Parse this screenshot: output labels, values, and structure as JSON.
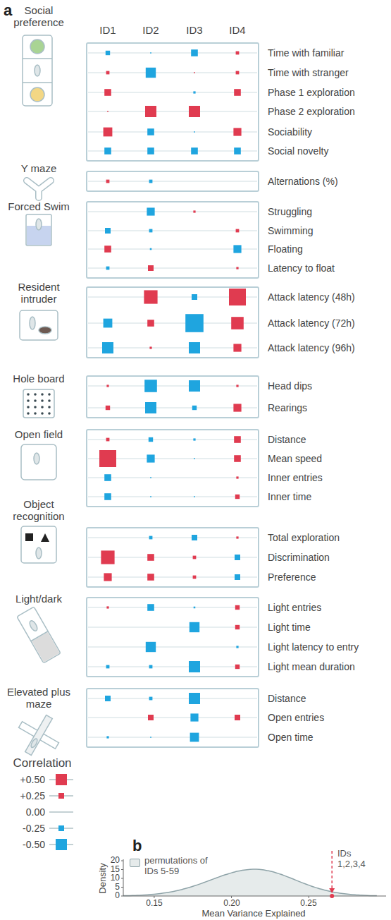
{
  "diagram": {
    "nodes": [
      {
        "text": [
          "Social preference",
          "Time with familiar",
          "Time with stranger",
          "Phase 1 exploration",
          "Phase 2 exploration",
          "Sociability",
          "Social novelty"
        ]
      },
      {
        "text": [
          "Y maze",
          "Alternations (%)"
        ]
      },
      {
        "text": [
          "Forced Swim",
          "Struggling",
          "Swimming",
          "Floating",
          "Latency to float"
        ]
      },
      {
        "text": [
          "Resident intruder",
          "Attack latency (48h)",
          "Attack latency (72h)",
          "Attack latency (96h)"
        ]
      },
      {
        "text": [
          "Hole board",
          "Head dips",
          "Rearings"
        ]
      },
      {
        "text": [
          "Open field",
          "Distance",
          "Mean speed",
          "Inner entries",
          "Inner time"
        ]
      },
      {
        "text": [
          "Object recognition",
          "Total exploration",
          "Discrimination",
          "Preference"
        ]
      },
      {
        "text": [
          "Light/dark",
          "Light entries",
          "Light time",
          "Light latency to entry",
          "Light mean duration"
        ]
      },
      {
        "text": [
          "Elevated plus maze",
          "Distance",
          "Open entries",
          "Open time"
        ]
      }
    ],
    "labels": [
      "a",
      "ID1",
      "ID2",
      "ID3",
      "ID4",
      "Correlation",
      "b",
      "20",
      "15",
      "10",
      "5",
      "0",
      "Density",
      "0.15",
      "0.20",
      "0.25",
      "Mean Variance Explained",
      "IDs 1,2,3,4"
    ],
    "legend": [
      {
        "text": "+0.50"
      },
      {
        "text": "+0.25"
      },
      {
        "text": "0.00"
      },
      {
        "text": "-0.25"
      },
      {
        "text": "-0.50"
      },
      {
        "text": "permutations of IDs 5-59",
        "color": "#e6ebeb"
      }
    ]
  }
}
